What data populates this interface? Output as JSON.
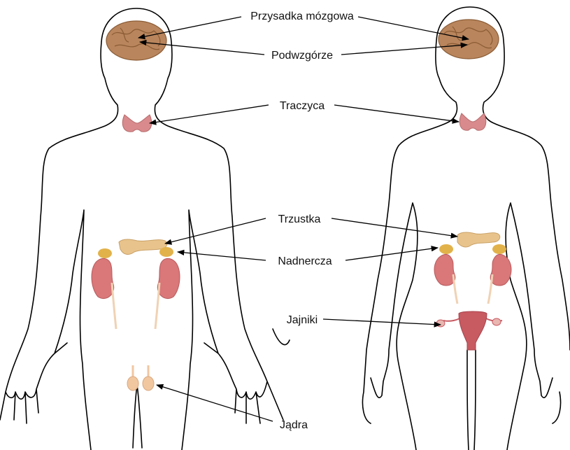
{
  "diagram": {
    "labels": {
      "pituitary": "Przysadka mózgowa",
      "hypothalamus": "Podwzgórze",
      "thyroid": "Traczyca",
      "pancreas": "Trzustka",
      "adrenals": "Nadnercza",
      "ovaries": "Jajniki",
      "testes": "Jądra"
    },
    "colors": {
      "brain": "#b9855c",
      "brain_dark": "#8a5b35",
      "thyroid": "#d88a8c",
      "pancreas": "#e8c48c",
      "adrenal": "#e2b24a",
      "kidney": "#d97779",
      "ureter": "#f0d2b4",
      "uterus": "#c85a62",
      "testes": "#f1c7a0",
      "outline": "#000000"
    }
  }
}
